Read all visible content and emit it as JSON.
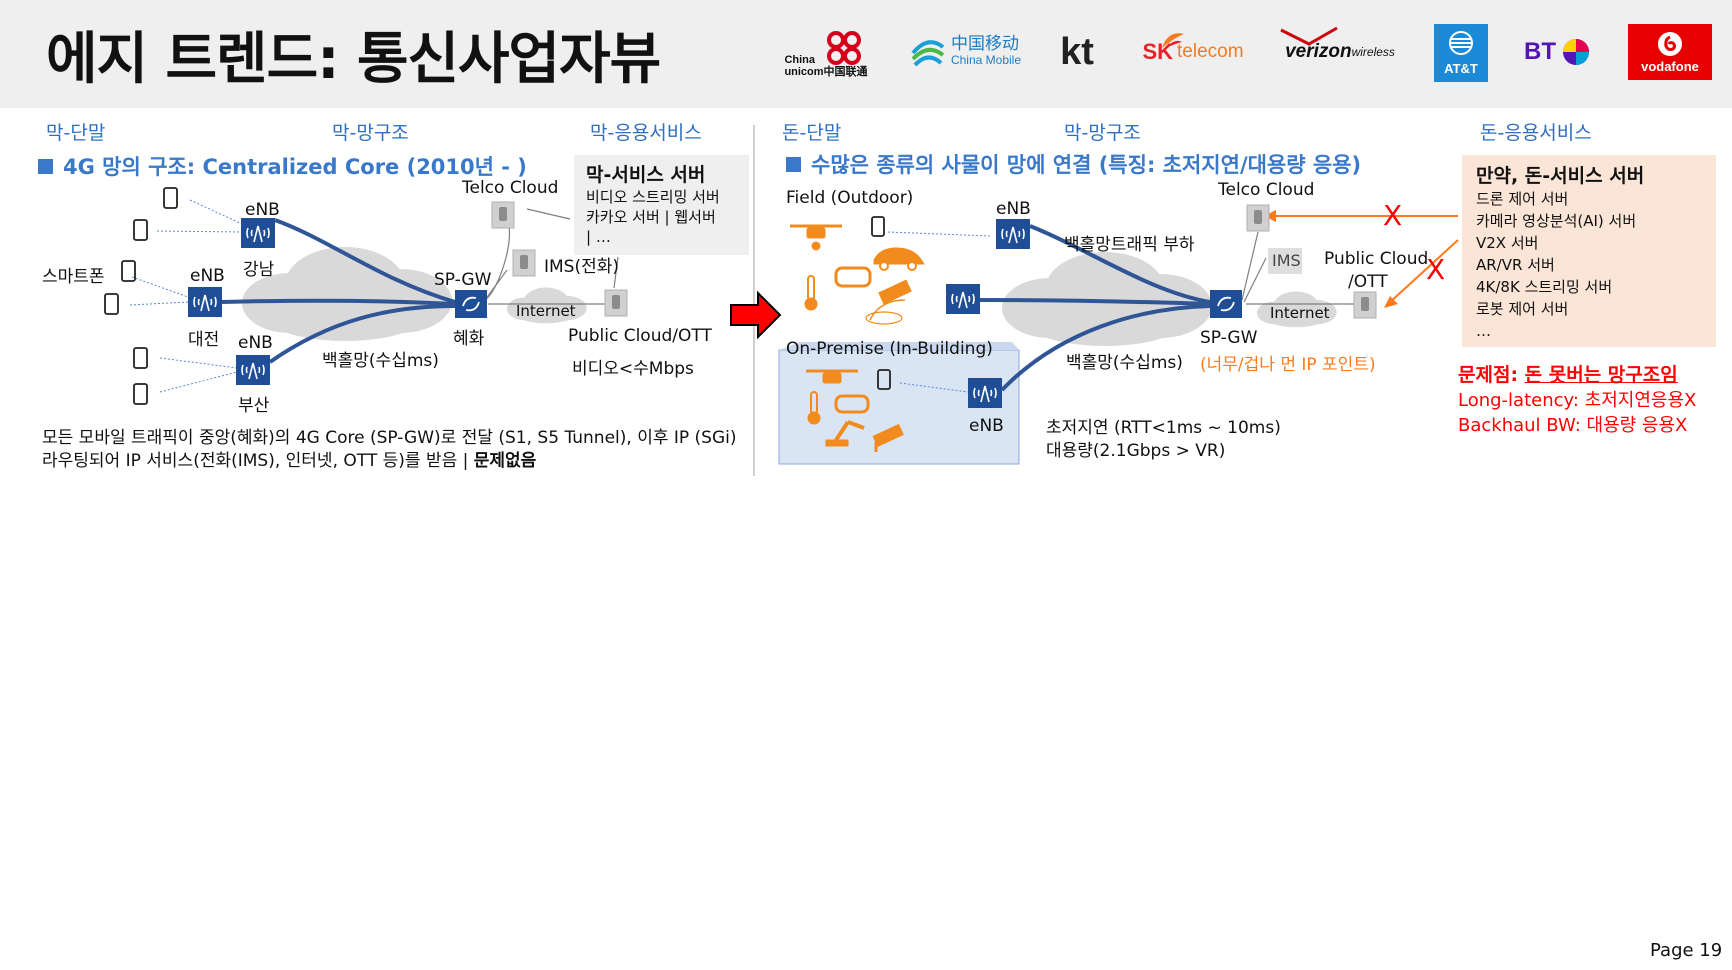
{
  "title": "에지 트렌드: 통신사업자뷰",
  "logos": {
    "unicom_top": "China",
    "unicom_bottom": "unicom中国联通",
    "chinamobile_cn": "中国移动",
    "chinamobile_en": "China Mobile",
    "kt": "kt",
    "sk_sk": "SK",
    "sk_telecom": "telecom",
    "verizon_main": "verizon",
    "verizon_sub": "wireless",
    "att": "AT&T",
    "bt": "BT",
    "vodafone": "vodafone"
  },
  "left": {
    "sec_device": "막-단말",
    "sec_network": "막-망구조",
    "sec_service": "막-응용서비스",
    "heading_ko": "4G 망의 구조",
    "heading_en": ": Centralized Core (2010년 - )",
    "enb_labels": [
      "eNB",
      "eNB",
      "eNB"
    ],
    "city_gangnam": "강남",
    "city_daejeon": "대전",
    "city_busan": "부산",
    "smartphone": "스마트폰",
    "spgw": "SP-GW",
    "hyehwa": "혜화",
    "backhaul": "백홀망(수십ms)",
    "telco_cloud": "Telco Cloud",
    "ims": "IMS(전화)",
    "internet": "Internet",
    "public_cloud": "Public Cloud/OTT",
    "video": "비디오<수Mbps",
    "server_title": "막-서비스 서버",
    "server_lines": [
      "비디오 스트리밍 서버",
      "카카오 서버 | 웹서버",
      "| …"
    ],
    "desc_line1": "모든 모바일 트래픽이 중앙(혜화)의 4G Core (SP-GW)로 전달 (S1, S5 Tunnel), 이후 IP (SGi)",
    "desc_line2": "라우팅되어 IP 서비스(전화(IMS), 인터넷, OTT 등)를 받음 | ",
    "desc_bold": "문제없음"
  },
  "right": {
    "sec_device": "돈-단말",
    "sec_network": "막-망구조",
    "sec_service": "돈-응용서비스",
    "heading": "수많은 종류의 사물이 망에 연결 (특징: 초저지연/대용량 응용)",
    "field": "Field (Outdoor)",
    "onprem": "On-Premise (In-Building)",
    "enb_top": "eNB",
    "enb_bottom": "eNB",
    "backhaul_load": "백홀망트래픽 부하",
    "backhaul": "백홀망(수십ms)",
    "telco_cloud": "Telco Cloud",
    "ims": "IMS",
    "internet": "Internet",
    "public_cloud_1": "Public Cloud",
    "public_cloud_2": "/OTT",
    "spgw": "SP-GW",
    "spgw_note": "(너무/겁나 먼 IP 포인트)",
    "latency": "초저지연 (RTT<1ms ~ 10ms)",
    "capacity": "대용량(2.1Gbps > VR)",
    "x_mark": "X",
    "server_title": "만약, 돈-서비스 서버",
    "server_lines": [
      "드론 제어 서버",
      "카메라 영상분석(AI) 서버",
      "V2X 서버",
      "AR/VR 서버",
      "4K/8K 스트리밍 서버",
      "로봇 제어 서버",
      "…"
    ],
    "problem_prefix": "문제점: ",
    "problem_underlined": "돈 못버는 망구조임",
    "problem_line2": "Long-latency: 초저지연응용X",
    "problem_line3": "Backhaul BW: 대용량 응용X"
  },
  "page": "Page 19",
  "colors": {
    "blue": "#3a78c9",
    "navy": "#1f4e96",
    "red": "#ff0000",
    "orange": "#ff7a1a",
    "header_bg": "#efefef",
    "server_box_right": "#fbe5d6"
  },
  "icons": [
    "antenna-icon",
    "phone-icon",
    "router-icon",
    "server-icon",
    "cloud-icon",
    "drone-icon",
    "car-icon",
    "vr-headset-icon",
    "thermometer-icon",
    "cctv-icon",
    "robot-arm-icon",
    "arrow-right-icon"
  ]
}
